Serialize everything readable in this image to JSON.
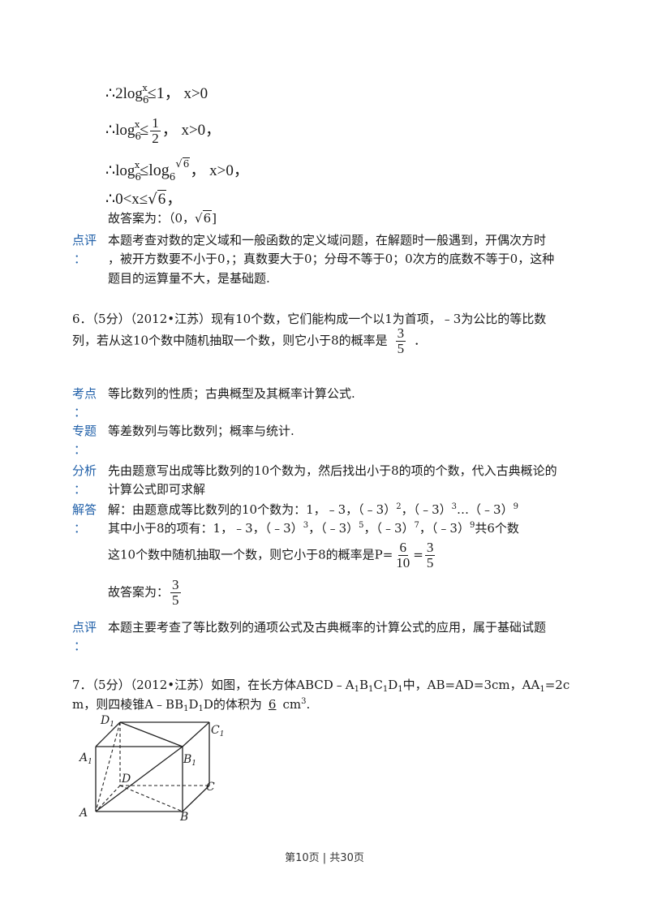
{
  "top_math": {
    "line1": {
      "lead": "∴2log",
      "base": "6",
      "arg": "x",
      "rel": "≤1",
      "tail": "， x>0"
    },
    "line2": {
      "lead": "∴log",
      "base": "6",
      "arg": "x",
      "rel": "≤",
      "frac_num": "1",
      "frac_den": "2",
      "tail": "， x>0，"
    },
    "line3": {
      "lead": "∴log",
      "base": "6",
      "arg": "x",
      "rel": "≤log",
      "base2": "6",
      "sqrt_arg": "6",
      "tail": "， x>0，"
    },
    "line4": {
      "text": "∴0<x≤",
      "sqrt_arg": "6",
      "tail": "，"
    },
    "answer": {
      "text": "故答案为：（0，",
      "sqrt_arg": "6",
      "tail": "]"
    }
  },
  "q5_comment": {
    "label": "点评",
    "colon": "：",
    "line1": "本题考查对数的定义域和一般函数的定义域问题，在解题时一般遇到，开偶次方时",
    "line2": "，被开方数要不小于0，；真数要大于0；分母不等于0；0次方的底数不等于0，这种",
    "line3": "题目的运算量不大，是基础题."
  },
  "q6": {
    "line1": "6．（5分）（2012•江苏）现有10个数，它们能构成一个以1为首项，﹣3为公比的等比数",
    "line2_pre": "列，若从这10个数中随机抽取一个数，则它小于8的概率是",
    "answer_num": "3",
    "answer_den": "5",
    "line2_post": "．",
    "kaodian_label": "考点",
    "kaodian_text": "等比数列的性质；古典概型及其概率计算公式.",
    "zhuanti_label": "专题",
    "zhuanti_text": "等差数列与等比数列；概率与统计.",
    "fenxi_label": "分析",
    "fenxi_line1": "先由题意写出成等比数列的10个数为，然后找出小于8的项的个数，代入古典概论的",
    "fenxi_line2": "计算公式即可求解",
    "jieda_label": "解答",
    "jieda_line1": "解：由题意成等比数列的10个数为：1，﹣3，（﹣3）",
    "jieda_line1_e1": "2",
    "jieda_line1_mid": "，（﹣3）",
    "jieda_line1_e2": "3",
    "jieda_line1_mid2": "…（﹣3）",
    "jieda_line1_e3": "9",
    "jieda_line2": "其中小于8的项有：1，﹣3，（﹣3）",
    "jieda_line2_e1": "3",
    "jieda_line2_m1": "，（﹣3）",
    "jieda_line2_e2": "5",
    "jieda_line2_m2": "，（﹣3）",
    "jieda_line2_e3": "7",
    "jieda_line2_m3": "，（﹣3）",
    "jieda_line2_e4": "9",
    "jieda_line2_end": "共6个数",
    "jieda_line3_pre": "这10个数中随机抽取一个数，则它小于8的概率是P=",
    "p_num1": "6",
    "p_den1": "10",
    "p_eq": "=",
    "p_num2": "3",
    "p_den2": "5",
    "answer_pre": "故答案为：",
    "answer_num2": "3",
    "answer_den2": "5",
    "dianping_label": "点评",
    "dianping_text": "本题主要考查了等比数列的通项公式及古典概率的计算公式的应用，属于基础试题"
  },
  "q7": {
    "line1": "7．（5分）（2012•江苏）如图，在长方体ABCD﹣A",
    "line1_s1": "1",
    "line1_b": "B",
    "line1_s2": "1",
    "line1_c": "C",
    "line1_s3": "1",
    "line1_d": "D",
    "line1_s4": "1",
    "line1_rest": "中，AB=AD=3cm，AA",
    "line1_s5": "1",
    "line1_end": "=2c",
    "line2_pre": "m，则四棱锥A﹣BB",
    "line2_s1": "1",
    "line2_d": "D",
    "line2_s2": "1",
    "line2_mid": "D的体积为",
    "answer": "6",
    "unit": "cm",
    "unit_exp": "3",
    "end": "."
  },
  "figure": {
    "labels": {
      "D1": "D",
      "D1_sub": "1",
      "C1": "C",
      "C1_sub": "1",
      "A1": "A",
      "A1_sub": "1",
      "B1": "B",
      "B1_sub": "1",
      "D": "D",
      "C": "C",
      "A": "A",
      "B": "B"
    }
  },
  "footer": {
    "text": "第10页 | 共30页"
  }
}
